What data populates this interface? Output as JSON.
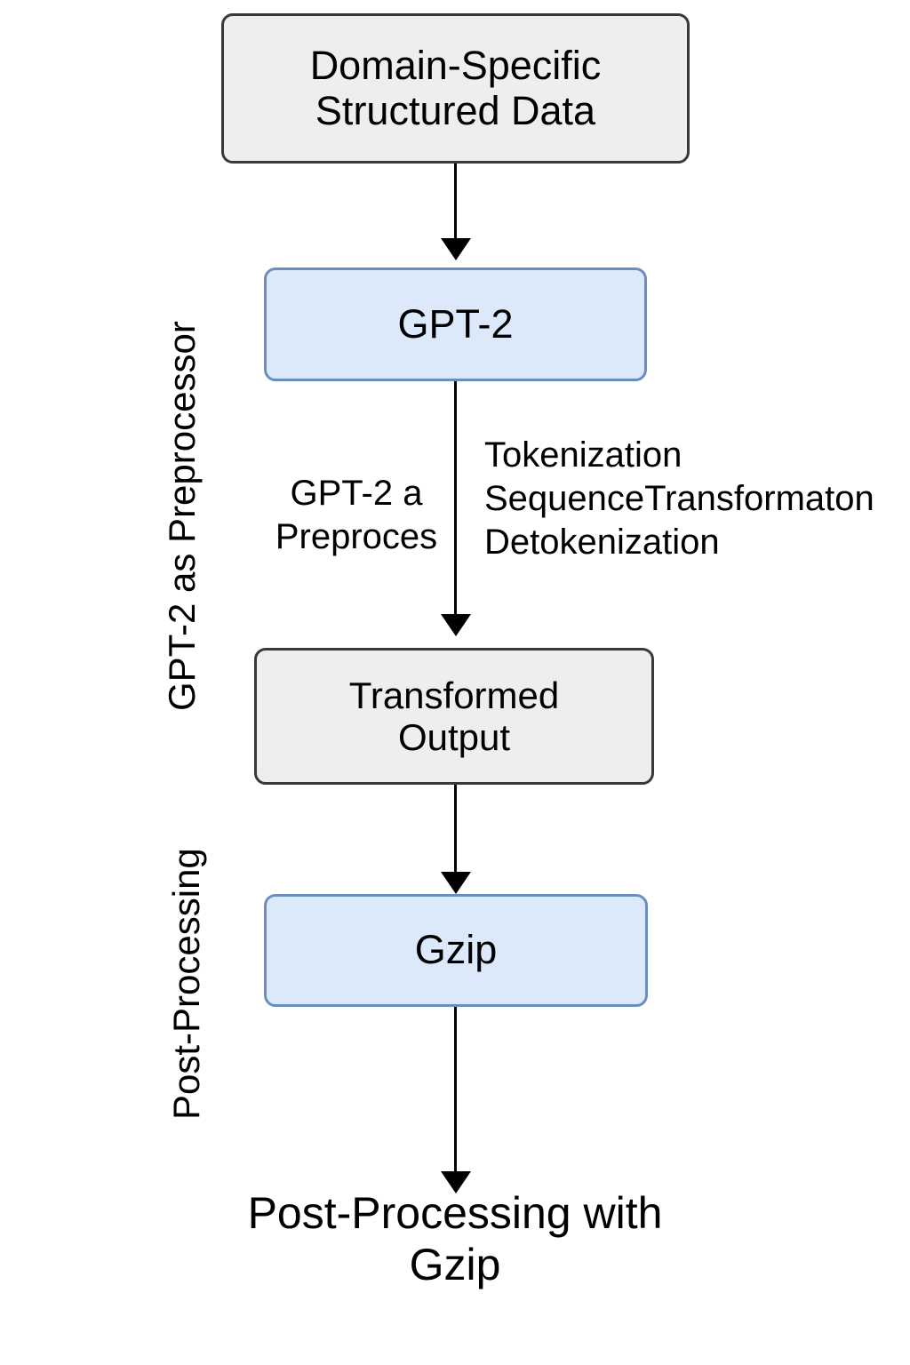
{
  "diagram": {
    "title": "GPT-2 as Preprocessor and Post-Processing with Gzip pipeline",
    "colors": {
      "gray_fill": "#eeeeee",
      "gray_stroke": "#36393d",
      "blue_fill": "#dce9fb",
      "blue_stroke": "#6c8ebf",
      "edge": "#000000",
      "background": "#ffffff"
    }
  },
  "nodes": {
    "source": "Domain-Specific\nStructured Data",
    "gpt2": "GPT-2",
    "transformed": "Transformed\nOutput",
    "gzip": "Gzip"
  },
  "lane_labels": {
    "preprocessor": "GPT-2 as Preprocessor",
    "postprocessing": "Post-Processing"
  },
  "edge_labels": {
    "left_stage": "GPT-2 a\nPreproces",
    "right_steps": "Tokenization\nSequenceTransformaton\nDetokenization"
  },
  "caption": {
    "post_gzip": "Post-Processing with\nGzip"
  }
}
